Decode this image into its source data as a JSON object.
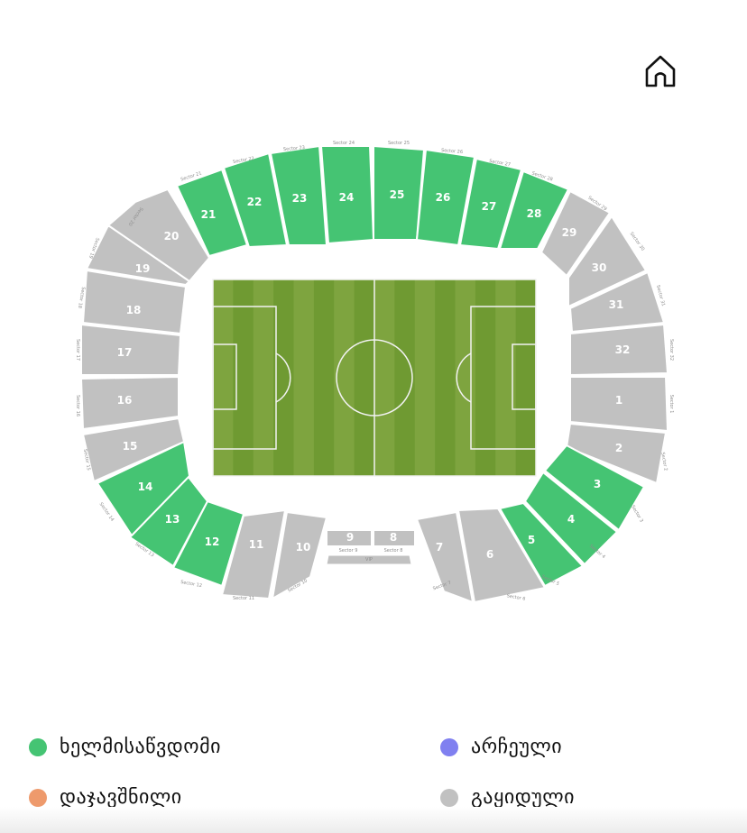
{
  "colors": {
    "available": "#45c473",
    "selected": "#8080f0",
    "reserved": "#ee9a6c",
    "sold": "#c1c1c1",
    "pitch_dark": "#6f9a32",
    "pitch_light": "#7ea43f"
  },
  "header": {
    "home_icon": "home-icon"
  },
  "stadium": {
    "sectors": [
      {
        "num": "1",
        "caption": "Sector 1",
        "status": "sold"
      },
      {
        "num": "2",
        "caption": "Sector 2",
        "status": "sold"
      },
      {
        "num": "3",
        "caption": "Sector 3",
        "status": "available"
      },
      {
        "num": "4",
        "caption": "Sector 4",
        "status": "available"
      },
      {
        "num": "5",
        "caption": "Sector 5",
        "status": "available"
      },
      {
        "num": "6",
        "caption": "Sector 6",
        "status": "sold"
      },
      {
        "num": "7",
        "caption": "Sector 7",
        "status": "sold"
      },
      {
        "num": "8",
        "caption": "Sector 8",
        "status": "sold"
      },
      {
        "num": "9",
        "caption": "Sector 9",
        "status": "sold"
      },
      {
        "num": "10",
        "caption": "Sector 10",
        "status": "sold"
      },
      {
        "num": "11",
        "caption": "Sector 11",
        "status": "sold"
      },
      {
        "num": "12",
        "caption": "Sector 12",
        "status": "available"
      },
      {
        "num": "13",
        "caption": "Sector 13",
        "status": "available"
      },
      {
        "num": "14",
        "caption": "Sector 14",
        "status": "available"
      },
      {
        "num": "15",
        "caption": "Sector 15",
        "status": "sold"
      },
      {
        "num": "16",
        "caption": "Sector 16",
        "status": "sold"
      },
      {
        "num": "17",
        "caption": "Sector 17",
        "status": "sold"
      },
      {
        "num": "18",
        "caption": "Sector 18",
        "status": "sold"
      },
      {
        "num": "19",
        "caption": "Sector 19",
        "status": "sold"
      },
      {
        "num": "20",
        "caption": "Sector 20",
        "status": "sold"
      },
      {
        "num": "21",
        "caption": "Sector 21",
        "status": "available"
      },
      {
        "num": "22",
        "caption": "Sector 22",
        "status": "available"
      },
      {
        "num": "23",
        "caption": "Sector 23",
        "status": "available"
      },
      {
        "num": "24",
        "caption": "Sector 24",
        "status": "available"
      },
      {
        "num": "25",
        "caption": "Sector 25",
        "status": "available"
      },
      {
        "num": "26",
        "caption": "Sector 26",
        "status": "available"
      },
      {
        "num": "27",
        "caption": "Sector 27",
        "status": "available"
      },
      {
        "num": "28",
        "caption": "Sector 28",
        "status": "available"
      },
      {
        "num": "29",
        "caption": "Sector 29",
        "status": "sold"
      },
      {
        "num": "30",
        "caption": "Sector 30",
        "status": "sold"
      },
      {
        "num": "31",
        "caption": "Sector 31",
        "status": "sold"
      },
      {
        "num": "32",
        "caption": "Sector 32",
        "status": "sold"
      }
    ],
    "vip": {
      "caption": "VIP",
      "status": "sold"
    }
  },
  "legend": {
    "available": "ხელმისაწვდომი",
    "selected": "არჩეული",
    "reserved": "დაჯავშნილი",
    "sold": "გაყიდული"
  }
}
